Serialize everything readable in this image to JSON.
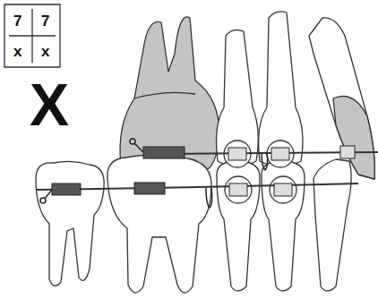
{
  "diagram": {
    "labels": [
      "7",
      "7",
      "x",
      "x",
      "X"
    ]
  }
}
